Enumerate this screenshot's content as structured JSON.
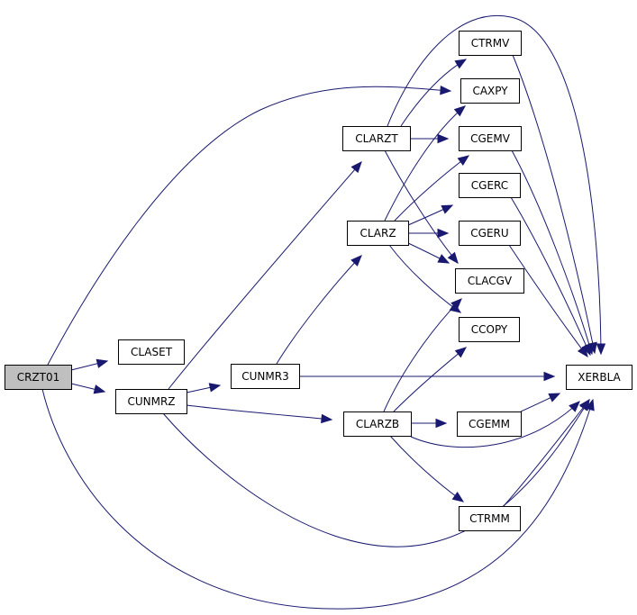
{
  "colors": {
    "edge": "#191970",
    "node_fill": "#ffffff",
    "root_fill": "#bfbfbf",
    "node_stroke": "#000000"
  },
  "nodes": [
    {
      "id": "crzt01",
      "label": "CRZT01",
      "root": true
    },
    {
      "id": "claset",
      "label": "CLASET"
    },
    {
      "id": "cunmrz",
      "label": "CUNMRZ"
    },
    {
      "id": "cunmr3",
      "label": "CUNMR3"
    },
    {
      "id": "clarzt",
      "label": "CLARZT"
    },
    {
      "id": "clarz",
      "label": "CLARZ"
    },
    {
      "id": "clarzb",
      "label": "CLARZB"
    },
    {
      "id": "ctrmv",
      "label": "CTRMV"
    },
    {
      "id": "caxpy",
      "label": "CAXPY"
    },
    {
      "id": "cgemv",
      "label": "CGEMV"
    },
    {
      "id": "cgerc",
      "label": "CGERC"
    },
    {
      "id": "cgeru",
      "label": "CGERU"
    },
    {
      "id": "clacgv",
      "label": "CLACGV"
    },
    {
      "id": "ccopy",
      "label": "CCOPY"
    },
    {
      "id": "cgemm",
      "label": "CGEMM"
    },
    {
      "id": "ctrmm",
      "label": "CTRMM"
    },
    {
      "id": "xerbla",
      "label": "XERBLA"
    }
  ],
  "edges": [
    {
      "from": "crzt01",
      "to": "caxpy"
    },
    {
      "from": "crzt01",
      "to": "claset"
    },
    {
      "from": "crzt01",
      "to": "cunmrz"
    },
    {
      "from": "crzt01",
      "to": "xerbla"
    },
    {
      "from": "cunmrz",
      "to": "clarzt"
    },
    {
      "from": "cunmrz",
      "to": "cunmr3"
    },
    {
      "from": "cunmrz",
      "to": "clarzb"
    },
    {
      "from": "cunmrz",
      "to": "xerbla"
    },
    {
      "from": "cunmr3",
      "to": "clarz"
    },
    {
      "from": "cunmr3",
      "to": "xerbla"
    },
    {
      "from": "clarzt",
      "to": "ctrmv"
    },
    {
      "from": "clarzt",
      "to": "cgemv"
    },
    {
      "from": "clarzt",
      "to": "clacgv"
    },
    {
      "from": "clarzt",
      "to": "xerbla"
    },
    {
      "from": "clarz",
      "to": "caxpy"
    },
    {
      "from": "clarz",
      "to": "cgemv"
    },
    {
      "from": "clarz",
      "to": "cgerc"
    },
    {
      "from": "clarz",
      "to": "cgeru"
    },
    {
      "from": "clarz",
      "to": "clacgv"
    },
    {
      "from": "clarz",
      "to": "ccopy"
    },
    {
      "from": "clarzb",
      "to": "clacgv"
    },
    {
      "from": "clarzb",
      "to": "ccopy"
    },
    {
      "from": "clarzb",
      "to": "cgemm"
    },
    {
      "from": "clarzb",
      "to": "ctrmm"
    },
    {
      "from": "clarzb",
      "to": "xerbla"
    },
    {
      "from": "ctrmv",
      "to": "xerbla"
    },
    {
      "from": "cgemv",
      "to": "xerbla"
    },
    {
      "from": "cgerc",
      "to": "xerbla"
    },
    {
      "from": "cgeru",
      "to": "xerbla"
    },
    {
      "from": "cgemm",
      "to": "xerbla"
    },
    {
      "from": "ctrmm",
      "to": "xerbla"
    }
  ]
}
